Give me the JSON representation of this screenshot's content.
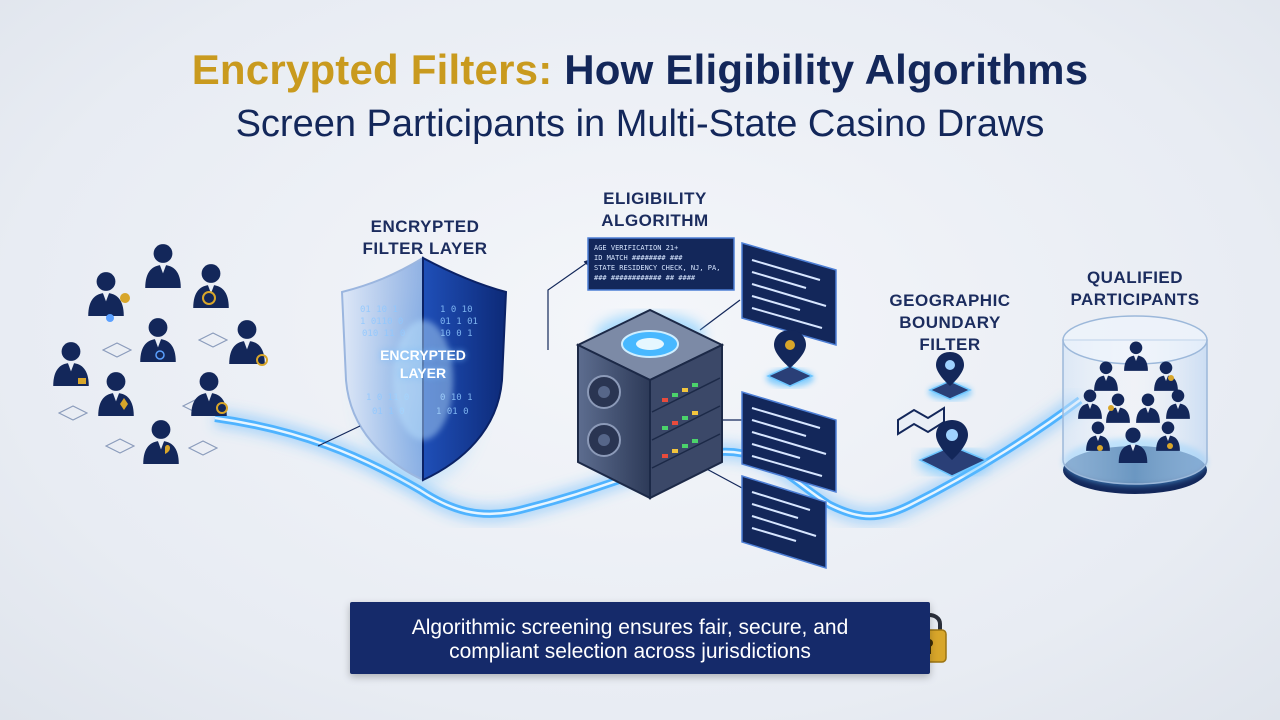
{
  "title": {
    "line1_accent": "Encrypted Filters:",
    "line1_rest": "How Eligibility Algorithms",
    "line2": "Screen Participants in Multi-State Casino Draws"
  },
  "labels": {
    "encrypted_filter_layer": [
      "ENCRYPTED",
      "FILTER LAYER"
    ],
    "shield_text": [
      "ENCRYPTED",
      "LAYER"
    ],
    "eligibility_algorithm": [
      "ELIGIBILITY",
      "ALGORITHM"
    ],
    "geographic_filter": [
      "GEOGRAPHIC",
      "BOUNDARY",
      "FILTER"
    ],
    "qualified_participants": [
      "QUALIFIED",
      "PARTICIPANTS"
    ]
  },
  "banner": {
    "lines": [
      "Algorithmic screening ensures fair, secure, and",
      "compliant selection across jurisdictions"
    ]
  },
  "colors": {
    "navy": "#13275a",
    "gold": "#c99a1e",
    "glow": "#3fa9ff",
    "banner_bg": "#152a6a"
  },
  "icons": [
    "participant-icon",
    "shield-icon",
    "server-icon",
    "data-panel-icon",
    "location-pin-icon",
    "map-icon",
    "glass-cylinder-icon",
    "padlock-icon"
  ]
}
